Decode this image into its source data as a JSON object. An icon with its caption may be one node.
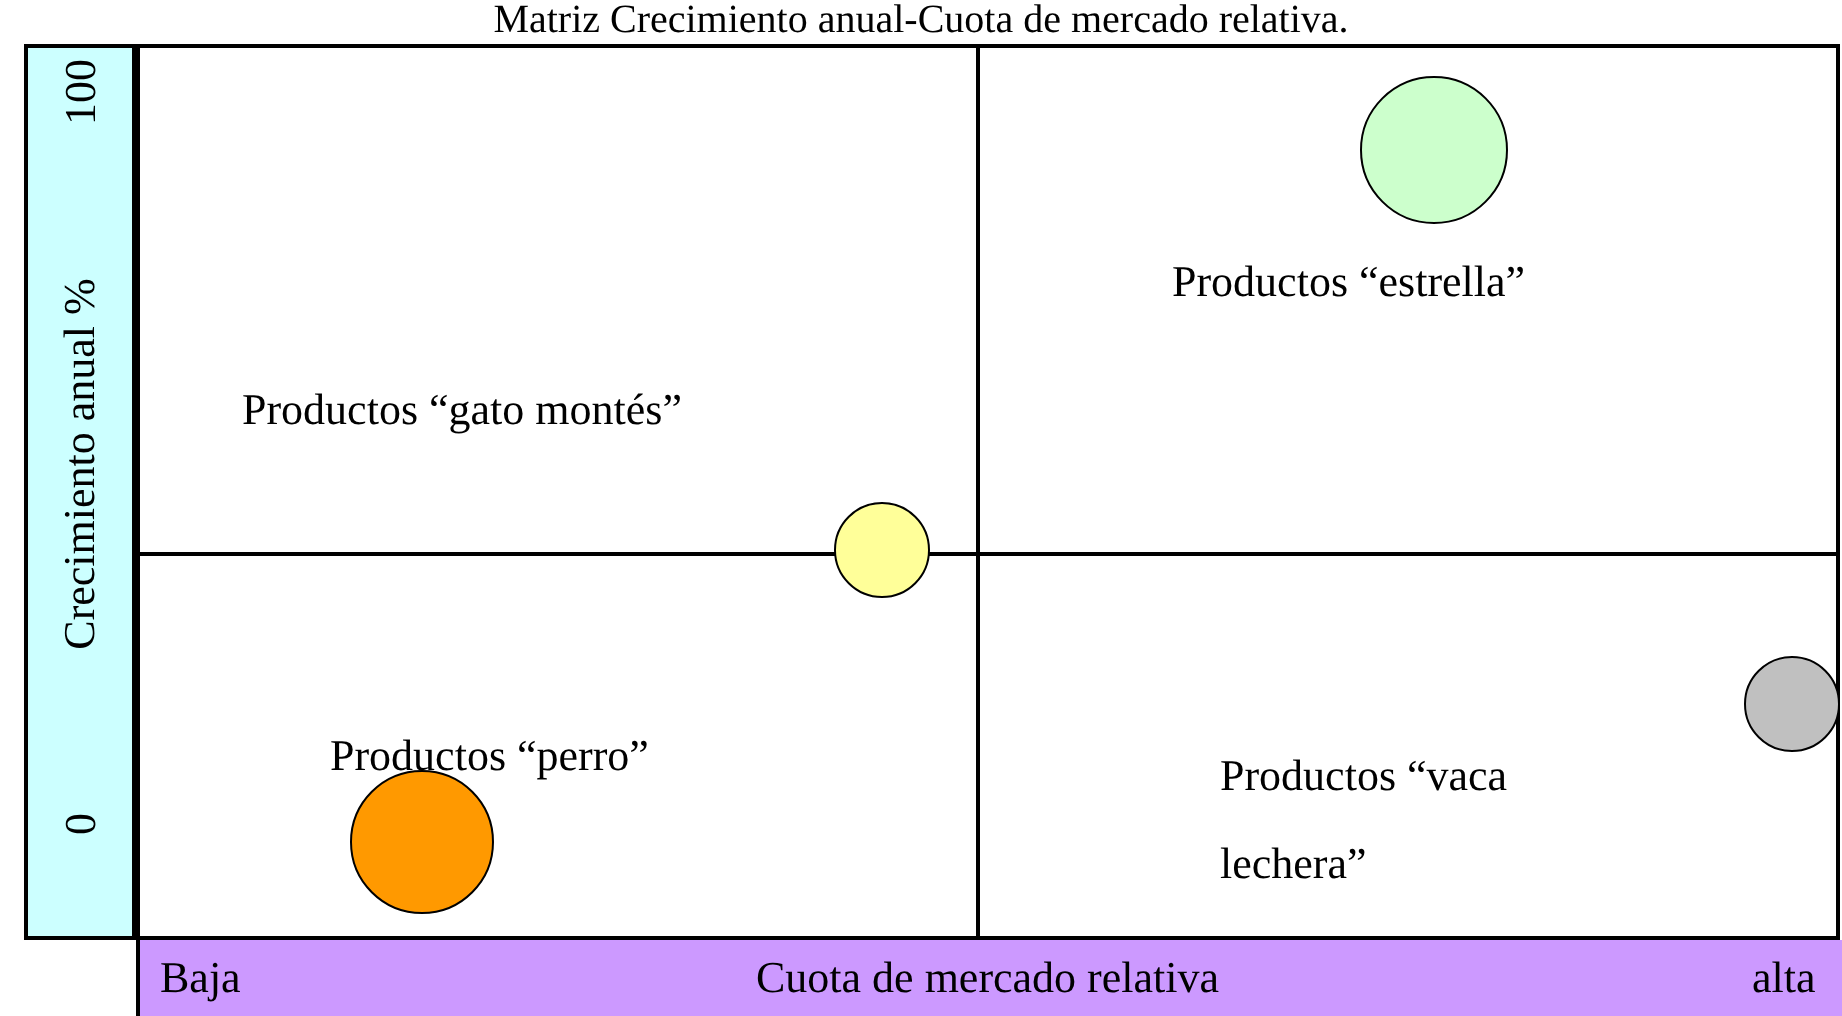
{
  "diagram": {
    "title": "Matriz Crecimiento anual-Cuota de mercado relativa.",
    "nodes": [
      {
        "text": [
          "Productos “gato montés”"
        ]
      },
      {
        "text": [
          "Productos “estrella”"
        ]
      },
      {
        "text": [
          "Productos “perro”"
        ]
      },
      {
        "text": [
          "Productos “vaca lechera”"
        ]
      },
      {
        "text": [],
        "shape": "circle",
        "in": 1
      },
      {
        "text": [],
        "shape": "circle"
      },
      {
        "text": [],
        "shape": "circle",
        "in": 3
      },
      {
        "text": [],
        "shape": "circle",
        "in": 2
      }
    ],
    "labels": [
      "100",
      "Crecimiento anual %",
      "0",
      "Baja",
      "Cuota de mercado relativa",
      "alta"
    ]
  }
}
